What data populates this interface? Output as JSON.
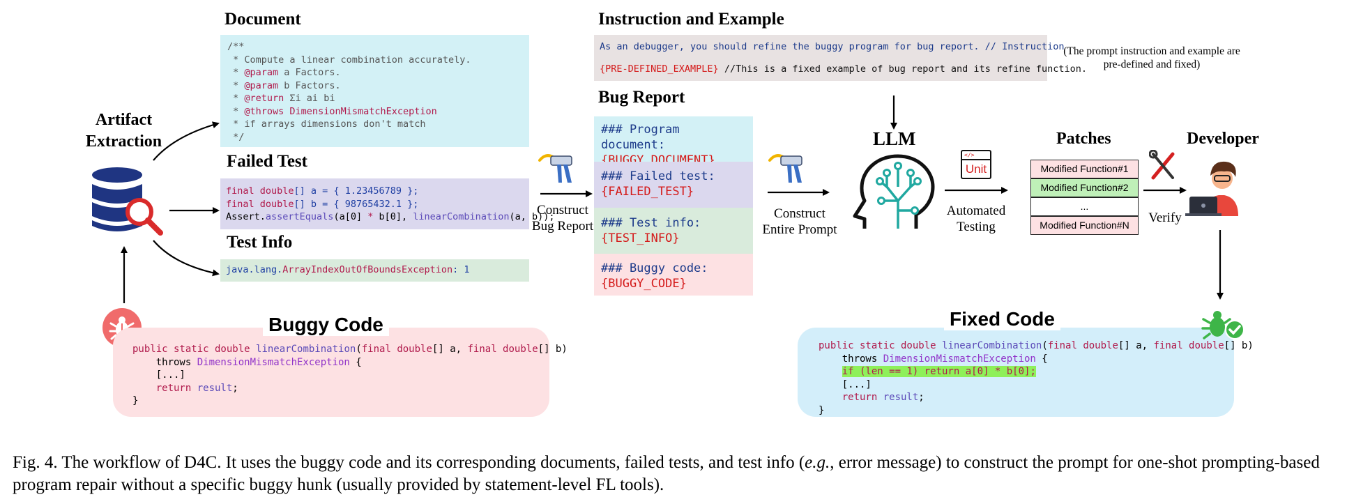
{
  "artifact_extraction": {
    "label_line1": "Artifact",
    "label_line2": "Extraction"
  },
  "document": {
    "title": "Document",
    "lines": [
      [
        {
          "t": "/**",
          "c": "cm"
        }
      ],
      [
        {
          "t": " * Compute a linear combination accurately.",
          "c": "cm"
        }
      ],
      [
        {
          "t": " * ",
          "c": "cm"
        },
        {
          "t": "@param",
          "c": "kw"
        },
        {
          "t": " a Factors.",
          "c": "cm"
        }
      ],
      [
        {
          "t": " * ",
          "c": "cm"
        },
        {
          "t": "@param",
          "c": "kw"
        },
        {
          "t": " b Factors.",
          "c": "cm"
        }
      ],
      [
        {
          "t": " * ",
          "c": "cm"
        },
        {
          "t": "@return",
          "c": "kw"
        },
        {
          "t": " Σi ai bi",
          "c": "cm"
        }
      ],
      [
        {
          "t": " * ",
          "c": "cm"
        },
        {
          "t": "@throws",
          "c": "kw"
        },
        {
          "t": " DimensionMismatchException",
          "c": "kw"
        }
      ],
      [
        {
          "t": " * if arrays dimensions don't match",
          "c": "cm"
        }
      ],
      [
        {
          "t": " */",
          "c": "cm"
        }
      ]
    ]
  },
  "failed_test": {
    "title": "Failed Test",
    "lines": [
      [
        {
          "t": "final double",
          "c": "kw"
        },
        {
          "t": "[] a = { ",
          "c": "pl"
        },
        {
          "t": "1.23456789",
          "c": "pl"
        },
        {
          "t": " };",
          "c": "pl"
        }
      ],
      [
        {
          "t": "final double",
          "c": "kw"
        },
        {
          "t": "[] b = { ",
          "c": "pl"
        },
        {
          "t": "98765432.1",
          "c": "pl"
        },
        {
          "t": " };",
          "c": "pl"
        }
      ],
      [
        {
          "t": "Assert.",
          "c": ""
        },
        {
          "t": "assertEquals",
          "c": "fn"
        },
        {
          "t": "(a[0] ",
          "c": ""
        },
        {
          "t": "*",
          "c": "kw"
        },
        {
          "t": " b[0], ",
          "c": ""
        },
        {
          "t": "linearCombination",
          "c": "fn"
        },
        {
          "t": "(a, b));",
          "c": ""
        }
      ]
    ]
  },
  "test_info": {
    "title": "Test Info",
    "lines": [
      [
        {
          "t": "java.lang.",
          "c": "pl"
        },
        {
          "t": "ArrayIndexOutOfBoundsException",
          "c": "kw"
        },
        {
          "t": ": 1",
          "c": "pl"
        }
      ]
    ]
  },
  "buggy_code": {
    "title": "Buggy Code",
    "lines": [
      [
        {
          "t": "public static double ",
          "c": "kw"
        },
        {
          "t": "linearCombination",
          "c": "fn"
        },
        {
          "t": "(",
          "c": ""
        },
        {
          "t": "final double",
          "c": "kw"
        },
        {
          "t": "[] a, ",
          "c": ""
        },
        {
          "t": "final double",
          "c": "kw"
        },
        {
          "t": "[] b)",
          "c": ""
        }
      ],
      [
        {
          "t": "    throws ",
          "c": ""
        },
        {
          "t": "DimensionMismatchException",
          "c": "ty"
        },
        {
          "t": " {",
          "c": ""
        }
      ],
      [
        {
          "t": "    [...]",
          "c": ""
        }
      ],
      [
        {
          "t": "    return ",
          "c": "kw"
        },
        {
          "t": "result",
          "c": "fn"
        },
        {
          "t": ";",
          "c": ""
        }
      ],
      [
        {
          "t": "}",
          "c": ""
        }
      ]
    ]
  },
  "instruction": {
    "title": "Instruction and Example",
    "line1": "As an debugger, you should refine the buggy program for bug report. // Instruction",
    "line2_var": "{PRE-DEFINED_EXAMPLE}",
    "line2_rest": " //This is a fixed example of bug report and its refine function.",
    "note_line1": "(The prompt instruction and example are",
    "note_line2": "pre-defined and fixed)"
  },
  "bug_report": {
    "title": "Bug Report",
    "sections": [
      {
        "heading": "### Program document:",
        "value": "{BUGGY_DOCUMENT}",
        "color": "#d3f1f6"
      },
      {
        "heading": "### Failed test:",
        "value": "{FAILED_TEST}",
        "color": "#dbd8ee"
      },
      {
        "heading": "### Test info:",
        "value": "{TEST_INFO}",
        "color": "#d9ebdc"
      },
      {
        "heading": "### Buggy code:",
        "value": "{BUGGY_CODE}",
        "color": "#fde1e3"
      }
    ]
  },
  "construct_bug_report": {
    "line1": "Construct",
    "line2": "Bug Report"
  },
  "construct_prompt": {
    "line1": "Construct",
    "line2": "Entire Prompt"
  },
  "llm": {
    "title": "LLM"
  },
  "automated_testing": {
    "line1": "Automated",
    "line2": "Testing",
    "icon_tag": "</>",
    "icon_text": "Unit"
  },
  "patches": {
    "title": "Patches",
    "items": [
      {
        "label": "Modified Function#1",
        "color": "#fde1e3"
      },
      {
        "label": "Modified Function#2",
        "color": "#bff0b8"
      },
      {
        "label": "...",
        "color": "#ffffff"
      },
      {
        "label": "Modified Function#N",
        "color": "#fde1e3"
      }
    ]
  },
  "verify": {
    "label": "Verify"
  },
  "developer": {
    "title": "Developer"
  },
  "fixed_code": {
    "title": "Fixed Code",
    "lines": [
      [
        {
          "t": "public static double ",
          "c": "kw"
        },
        {
          "t": "linearCombination",
          "c": "fn"
        },
        {
          "t": "(",
          "c": ""
        },
        {
          "t": "final double",
          "c": "kw"
        },
        {
          "t": "[] a, ",
          "c": ""
        },
        {
          "t": "final double",
          "c": "kw"
        },
        {
          "t": "[] b)",
          "c": ""
        }
      ],
      [
        {
          "t": "    throws ",
          "c": ""
        },
        {
          "t": "DimensionMismatchException",
          "c": "ty"
        },
        {
          "t": " {",
          "c": ""
        }
      ],
      [
        {
          "t": "    ",
          "c": ""
        },
        {
          "t": "if (len == 1) return a[0] * b[0];",
          "c": "kw",
          "hl": true
        }
      ],
      [
        {
          "t": "    [...]",
          "c": ""
        }
      ],
      [
        {
          "t": "    return ",
          "c": "kw"
        },
        {
          "t": "result",
          "c": "fn"
        },
        {
          "t": ";",
          "c": ""
        }
      ],
      [
        {
          "t": "}",
          "c": ""
        }
      ]
    ]
  },
  "caption": {
    "text1": "Fig. 4.    The workflow of D4C. It uses the buggy code and its corresponding documents, failed tests, and test info (",
    "eg": "e.g.",
    "text2": ", error message) to construct the prompt for one-shot prompting-based program repair without a specific buggy hunk (usually provided by statement-level FL tools)."
  }
}
